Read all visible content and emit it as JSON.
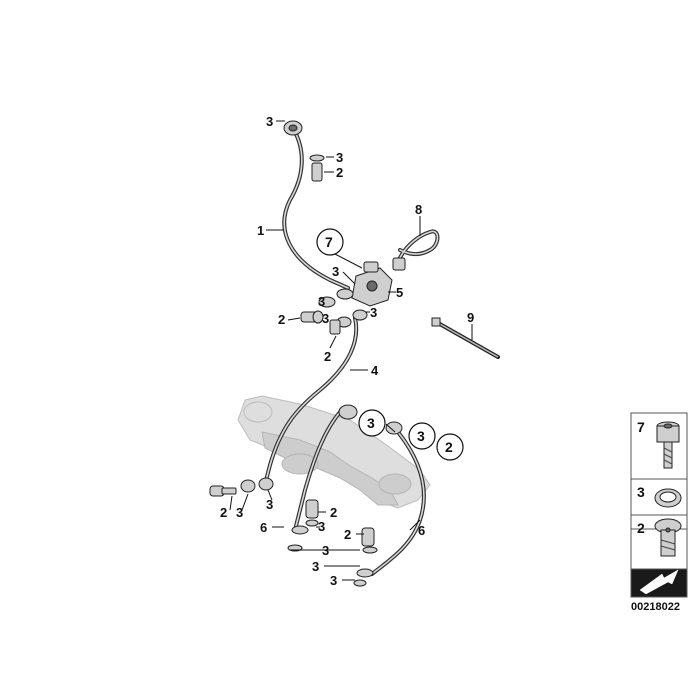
{
  "callouts": {
    "c3_top": "3",
    "c3_b": "3",
    "c2_b": "2",
    "c1": "1",
    "c8": "8",
    "c7": "7",
    "c3_mid1": "3",
    "c5": "5",
    "c3_mid2": "3",
    "c3_mid3": "3",
    "c3_mid4": "3",
    "c2_mid1": "2",
    "c2_mid2": "2",
    "c9": "9",
    "c4": "4",
    "c3_circ1": "3",
    "c3_circ2": "3",
    "c2_circ": "2",
    "c2_low1": "2",
    "c3_low1": "3",
    "c3_low2": "3",
    "c3_low3": "3",
    "c6_left": "6",
    "c2_low2": "2",
    "c3_low4": "3",
    "c2_low3": "2",
    "c6_right": "6",
    "c3_low5": "3",
    "c3_low6": "3"
  },
  "legend": {
    "row1": "7",
    "row2": "3",
    "row3": "2"
  },
  "doc_number": "00218022"
}
